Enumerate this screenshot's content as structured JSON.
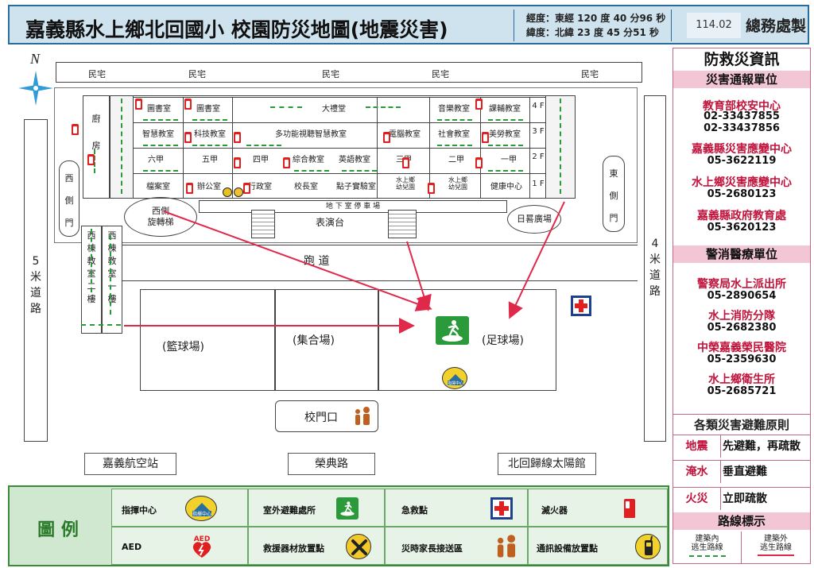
{
  "header": {
    "title": "嘉義縣水上鄉北回國小  校園防災地圖(地震災害)",
    "longitude": "經度：東經  120 度 40 分96 秒",
    "latitude": "緯度：北緯   23 度 45 分51 秒",
    "date": "114.02",
    "department": "總務處製"
  },
  "compass": {
    "north": "N"
  },
  "map": {
    "residences": [
      "民宅",
      "民宅",
      "民宅",
      "民宅",
      "民宅"
    ],
    "kitchen": [
      "廚",
      "房"
    ],
    "floor4": [
      "圖書室",
      "圖書室",
      "大禮堂",
      "音樂教室",
      "課輔教室"
    ],
    "floor3": [
      "智慧教室",
      "科技教室",
      "多功能視聽智慧教室",
      "電腦教室",
      "社會教室",
      "美勞教室"
    ],
    "floor2": [
      "六甲",
      "五甲",
      "四甲",
      "綜合教室",
      "英語教室",
      "三甲",
      "二甲",
      "一甲"
    ],
    "floor1": [
      "檔案室",
      "辦公室",
      "行政室",
      "校長室",
      "點子實驗室",
      "水上鄉\n幼兒園",
      "水上鄉\n幼兒園",
      "健康中心"
    ],
    "floor_labels": [
      "4 F",
      "3 F",
      "2 F",
      "1 F"
    ],
    "basement_parking": "地 下 室 停 車 場",
    "stage": "表演台",
    "west_stairs": "西側\n旋轉梯",
    "sun_plaza": "日晷廣場",
    "west_gate": [
      "西",
      "側",
      "門"
    ],
    "east_gate": [
      "東",
      "側",
      "門"
    ],
    "west_building_2f": [
      "西",
      "棟",
      "教",
      "室",
      "二",
      "樓"
    ],
    "west_building_1f": [
      "西",
      "棟",
      "教",
      "室",
      "一",
      "樓"
    ],
    "road_left": [
      "5",
      "米",
      "道",
      "路"
    ],
    "road_right": [
      "4",
      "米",
      "道",
      "路"
    ],
    "track": "跑 道",
    "basketball": "(籃球場)",
    "assembly": "(集合場)",
    "soccer": "(足球場)",
    "school_gate": "校門口",
    "landmarks": [
      "嘉義航空站",
      "榮典路",
      "北回歸線太陽館"
    ]
  },
  "panel": {
    "title": "防救災資訊",
    "report_heading": "災害通報單位",
    "report_units": [
      {
        "name": "教育部校安中心",
        "phones": [
          "02-33437855",
          "02-33437856"
        ]
      },
      {
        "name": "嘉義縣災害應變中心",
        "phones": [
          "05-3622119"
        ]
      },
      {
        "name": "水上鄉災害應變中心",
        "phones": [
          "05-2680123"
        ]
      },
      {
        "name": "嘉義縣政府教育處",
        "phones": [
          "05-3620123"
        ]
      }
    ],
    "police_heading": "警消醫療單位",
    "police_units": [
      {
        "name": "警察局水上派出所",
        "phones": [
          "05-2890654"
        ]
      },
      {
        "name": "水上消防分隊",
        "phones": [
          "05-2682380"
        ]
      },
      {
        "name": "中榮嘉義榮民醫院",
        "phones": [
          "05-2359630"
        ]
      },
      {
        "name": "水上鄉衛生所",
        "phones": [
          "05-2685721"
        ]
      }
    ],
    "principles_heading": "各類災害避難原則",
    "principles": [
      {
        "type": "地震",
        "desc": "先避難，再疏散"
      },
      {
        "type": "淹水",
        "desc": "垂直避難"
      },
      {
        "type": "火災",
        "desc": "立即疏散"
      }
    ],
    "route_heading": "路線標示",
    "route_inside": "建築內\n逃生路線",
    "route_outside": "建築外\n逃生路線"
  },
  "legend": {
    "title": "圖 例",
    "items": [
      {
        "label": "指揮中心",
        "icon": "command-center-icon"
      },
      {
        "label": "室外避難處所",
        "icon": "evacuation-site-icon"
      },
      {
        "label": "急救點",
        "icon": "first-aid-icon"
      },
      {
        "label": "滅火器",
        "icon": "fire-extinguisher-icon"
      },
      {
        "label": "AED",
        "icon": "aed-icon"
      },
      {
        "label": "救援器材放置點",
        "icon": "rescue-tools-icon"
      },
      {
        "label": "災時家長接送區",
        "icon": "parent-pickup-icon"
      },
      {
        "label": "通訊設備放置點",
        "icon": "communication-device-icon"
      }
    ],
    "icon_texts": {
      "command": "指揮中心",
      "aed": "AED"
    }
  },
  "colors": {
    "header_bg": "#cfe3ef",
    "route_inside": "#2a9a3a",
    "route_outside": "#e0284a",
    "legend_bg": "#cfe8cf",
    "agency_name": "#c0143c"
  }
}
